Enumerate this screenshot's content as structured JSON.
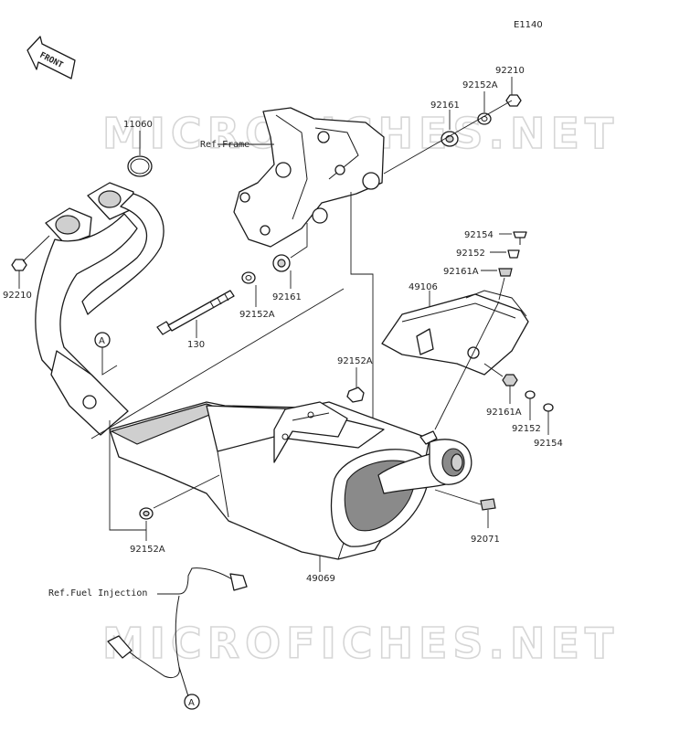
{
  "diagram_code": "E1140",
  "front_label": "FRONT",
  "watermark": "MICROFICHES.NET",
  "ref_frame": "Ref.Frame",
  "ref_fuel": "Ref.Fuel Injection",
  "callout_a": "A",
  "parts": {
    "p92210_top": "92210",
    "p92152A_top": "92152A",
    "p92161_top": "92161",
    "p11060": "11060",
    "p92210_left": "92210",
    "p92154_top": "92154",
    "p92152_top": "92152",
    "p92161A_top": "92161A",
    "p49106": "49106",
    "p92161_mid": "92161",
    "p92152A_mid": "92152A",
    "p130": "130",
    "p92152A_right": "92152A",
    "p92161A_low": "92161A",
    "p92152_low": "92152",
    "p92154_low": "92154",
    "p92071": "92071",
    "p92152A_low": "92152A",
    "p49069": "49069"
  }
}
